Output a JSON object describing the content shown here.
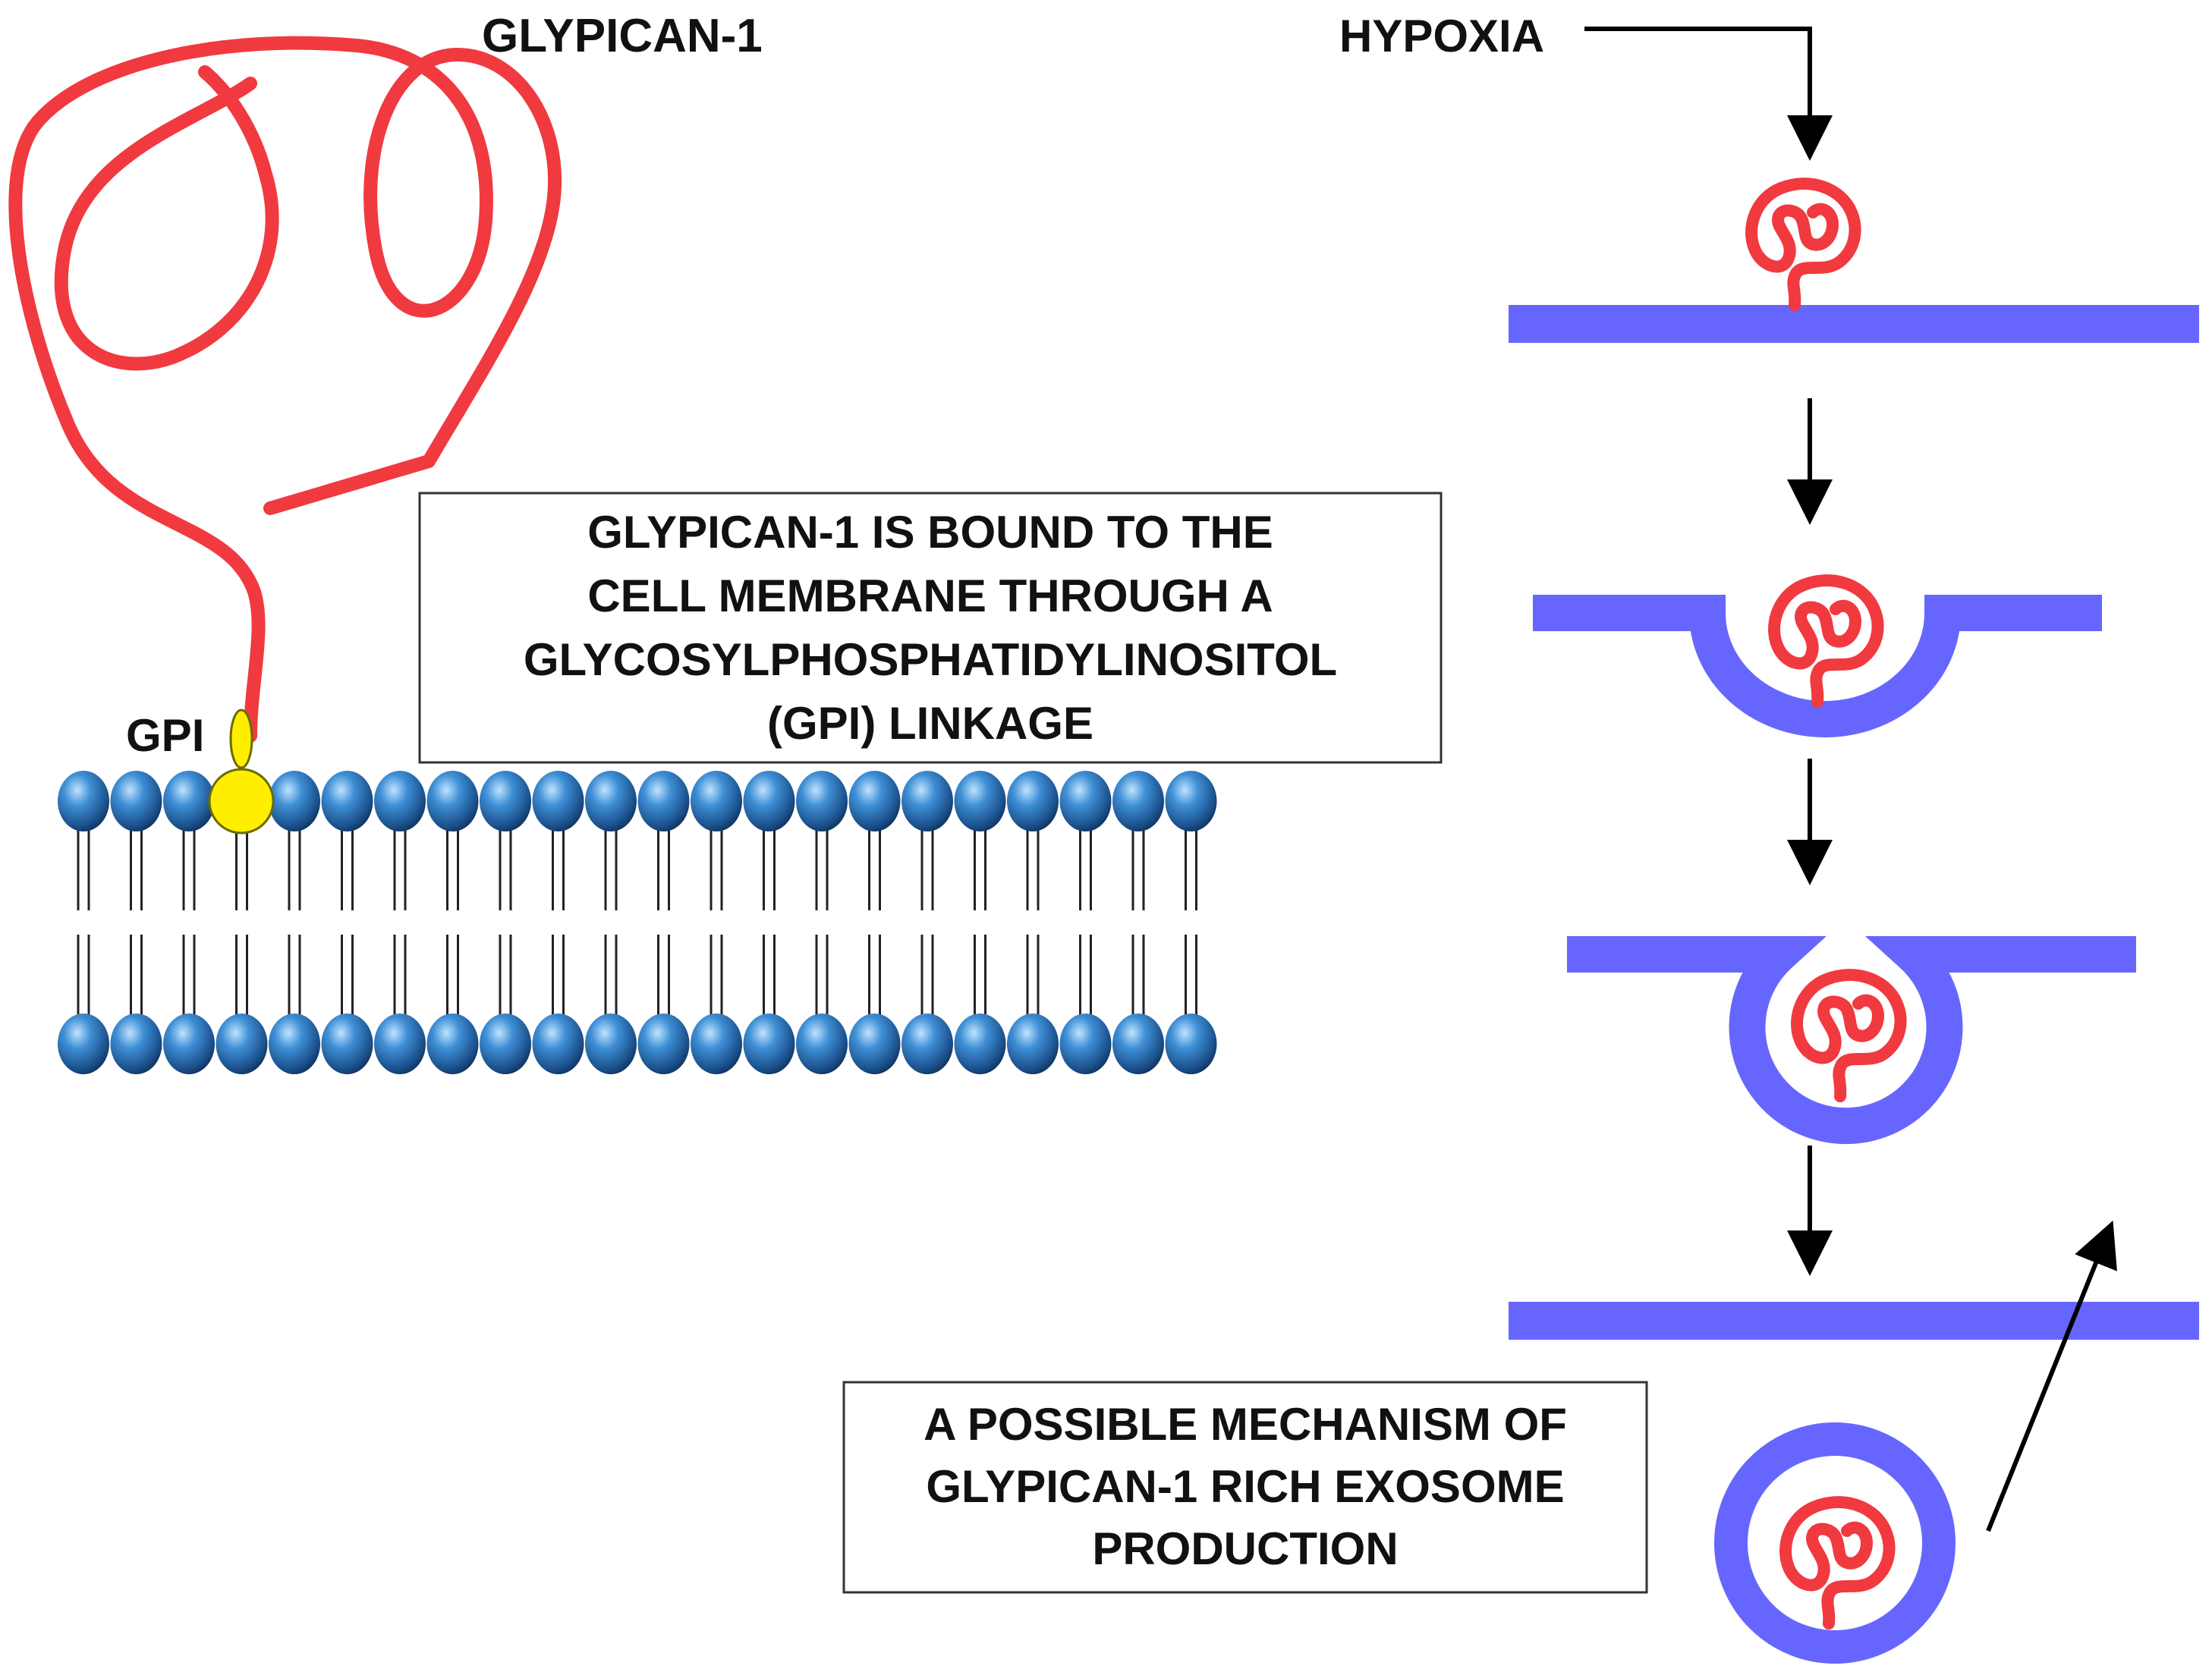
{
  "labels": {
    "glypican": "GLYPICAN-1",
    "gpi": "GPI",
    "hypoxia": "HYPOXIA"
  },
  "box1": {
    "lines": [
      "GLYPICAN-1 IS BOUND TO THE",
      "CELL MEMBRANE THROUGH A",
      "GLYCOSYLPHOSPHATIDYLINOSITOL",
      "(GPI) LINKAGE"
    ]
  },
  "box2": {
    "lines": [
      "A POSSIBLE MECHANISM OF",
      "GLYPICAN-1 RICH EXOSOME",
      "PRODUCTION"
    ]
  },
  "colors": {
    "protein": "#f03a3f",
    "membrane": "#6666ff",
    "gpi": "#ffee00",
    "lipid_head": "#1f5f9f",
    "arrow": "#000000"
  },
  "icons": {
    "protein": "glypican-protein-icon",
    "gpi_anchor": "gpi-anchor-icon",
    "lipid_bilayer": "lipid-bilayer-icon"
  }
}
